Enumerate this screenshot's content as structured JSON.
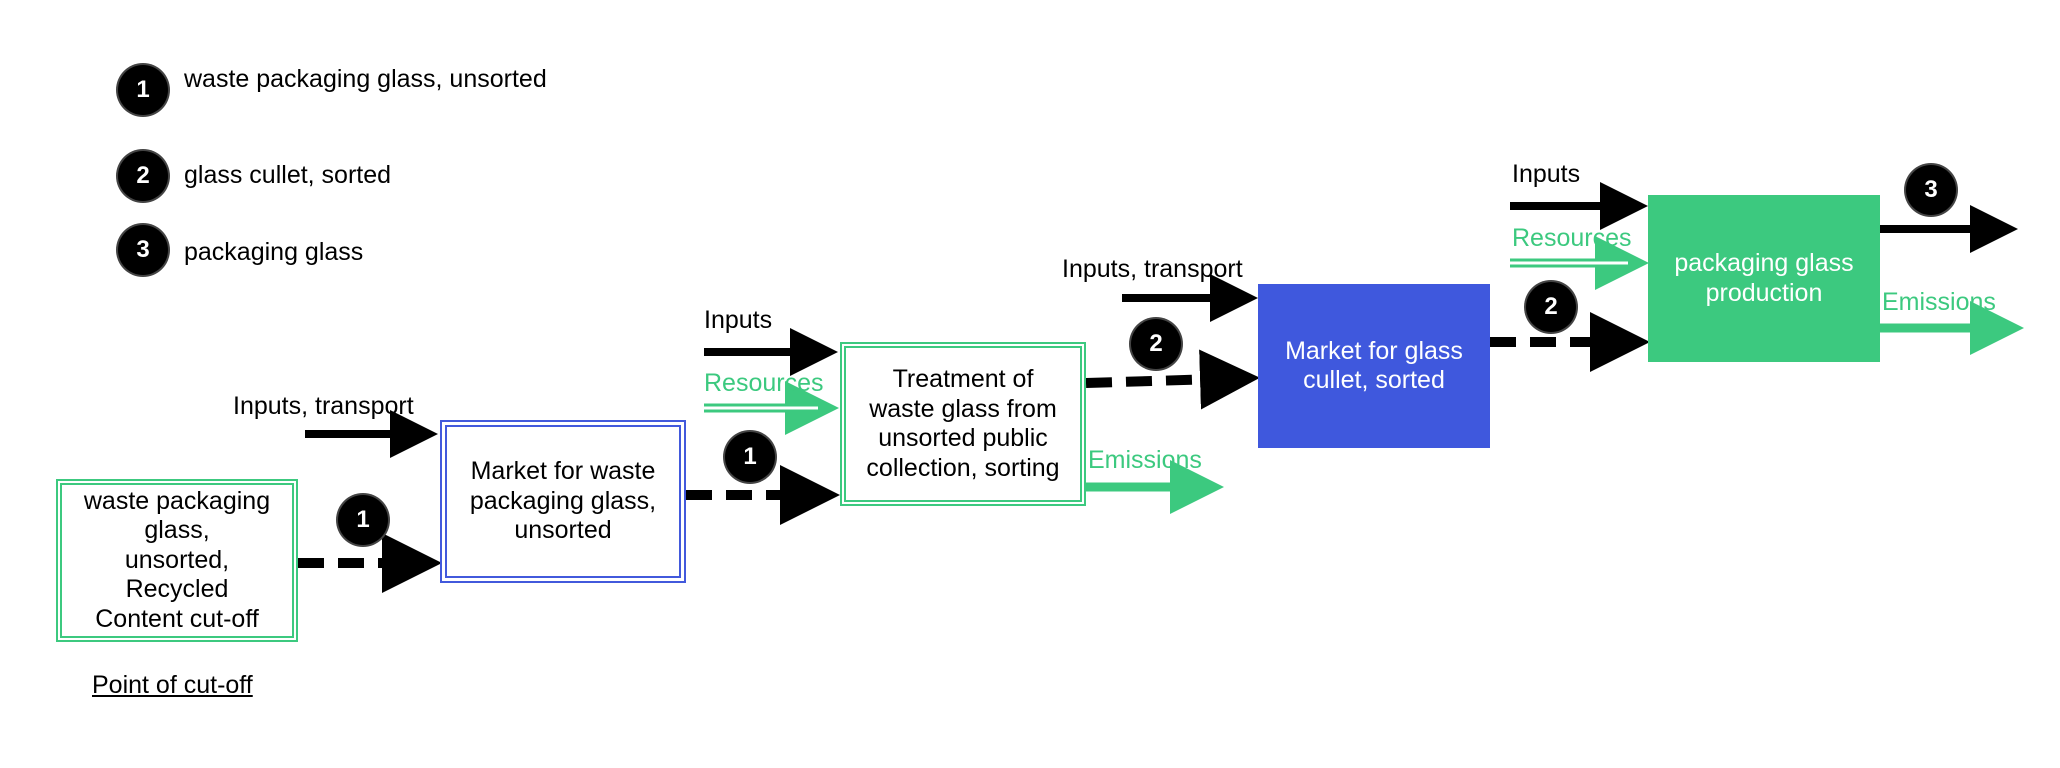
{
  "legend": [
    {
      "num": "1",
      "label": "waste packaging glass, unsorted"
    },
    {
      "num": "2",
      "label": "glass cullet, sorted"
    },
    {
      "num": "3",
      "label": "packaging glass"
    }
  ],
  "boxes": {
    "waste_source": "waste packaging glass,\nunsorted,\nRecycled\nContent cut-off",
    "market_waste": "Market for waste\npackaging glass,\nunsorted",
    "treatment": "Treatment of\nwaste glass from\nunsorted public\ncollection, sorting",
    "market_cullet": "Market for glass\ncullet, sorted",
    "production": "packaging glass\nproduction"
  },
  "flow_labels": {
    "inputs_transport_1": "Inputs, transport",
    "inputs_2": "Inputs",
    "resources_2": "Resources",
    "emissions_2": "Emissions",
    "inputs_transport_3": "Inputs, transport",
    "inputs_4": "Inputs",
    "resources_4": "Resources",
    "emissions_4": "Emissions"
  },
  "badges": {
    "b1a": "1",
    "b1b": "1",
    "b2a": "2",
    "b2b": "2",
    "b3": "3"
  },
  "cutoff_label": "Point of cut-off",
  "colors": {
    "green": "#3cc97f",
    "blue": "#3f58dd",
    "black": "#000000"
  }
}
